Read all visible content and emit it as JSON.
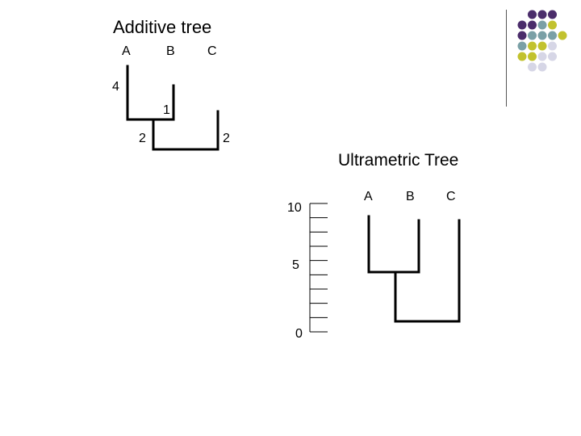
{
  "additive_tree": {
    "title": "Additive tree",
    "leaves": [
      "A",
      "B",
      "C"
    ],
    "branch_labels": [
      "4",
      "1",
      "2",
      "2"
    ]
  },
  "ultrametric_tree": {
    "title": "Ultrametric Tree",
    "leaves": [
      "A",
      "B",
      "C"
    ],
    "scale_labels": [
      "10",
      "5",
      "0"
    ]
  },
  "decoration": {
    "dot_colors": {
      "purple": "#4b2d6b",
      "teal": "#7aa0a6",
      "olive": "#c2c22e",
      "lavender": "#d6d6e6"
    }
  }
}
